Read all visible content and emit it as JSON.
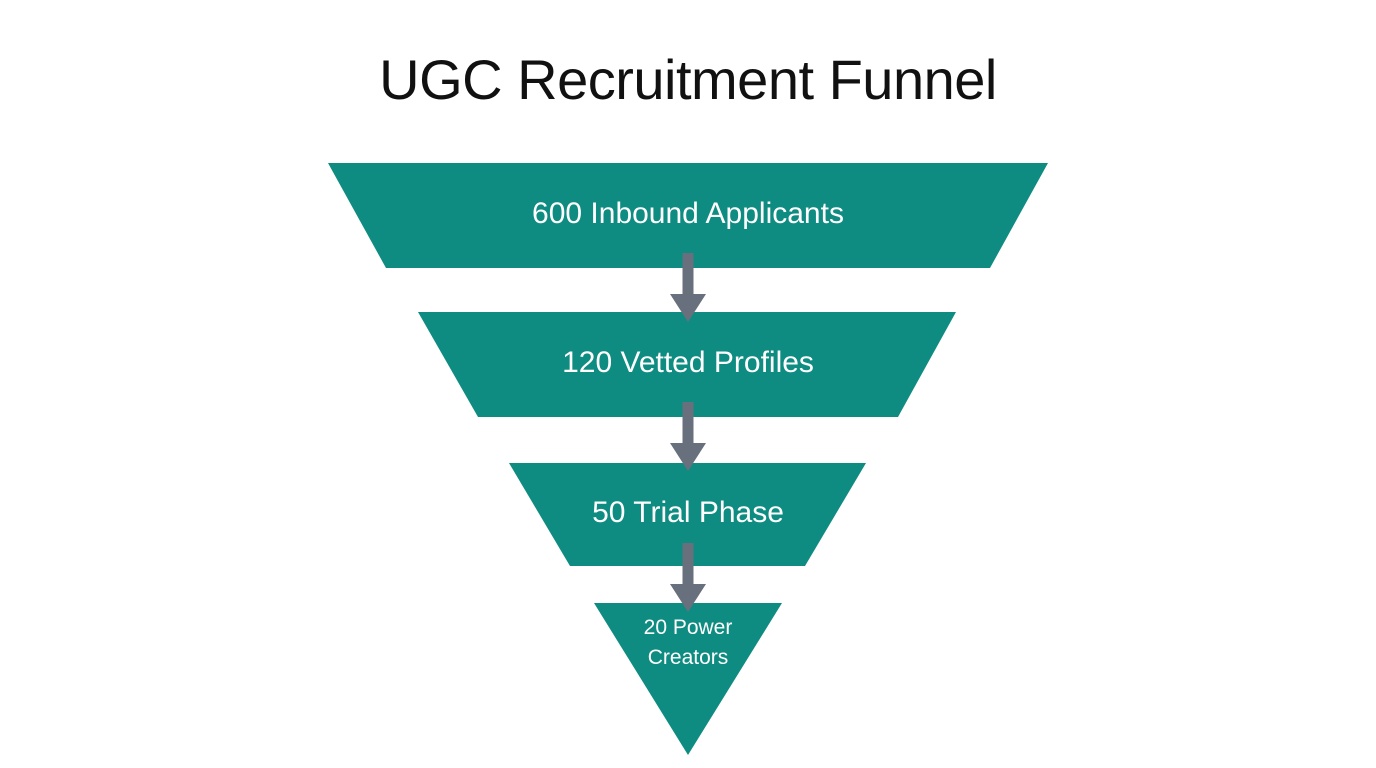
{
  "title": "UGC Recruitment Funnel",
  "chart_data": {
    "type": "funnel",
    "title": "UGC Recruitment Funnel",
    "orientation": "top-down",
    "legend": "none",
    "stages": [
      {
        "name": "Inbound Applicants",
        "value": 600,
        "label": "600 Inbound Applicants"
      },
      {
        "name": "Vetted Profiles",
        "value": 120,
        "label": "120 Vetted Profiles"
      },
      {
        "name": "Trial Phase",
        "value": 50,
        "label": "50 Trial Phase"
      },
      {
        "name": "Power Creators",
        "value": 20,
        "label": "20 Power Creators",
        "lines": [
          "20 Power",
          "Creators"
        ]
      }
    ]
  },
  "colors": {
    "stage_fill": "#0e8c81",
    "arrow": "#68707e",
    "stage_text": "#ffffff",
    "title_text": "#111111",
    "background": "#ffffff"
  }
}
